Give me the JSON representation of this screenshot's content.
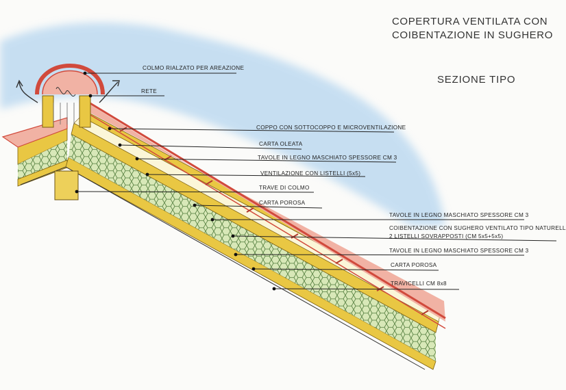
{
  "title": {
    "line1": "COPERTURA VENTILATA CON",
    "line2": "COIBENTAZIONE IN SUGHERO"
  },
  "subtitle": "SEZIONE TIPO",
  "colors": {
    "sky": "#9cc8ec",
    "tile": "#d14a3c",
    "tile_fill": "#f1b2a4",
    "wood": "#e9c743",
    "cork_fill": "#d8e8b8",
    "cork_mesh": "#4f7a3a",
    "beam": "#edd05a",
    "leader": "#222222"
  },
  "labels": [
    {
      "id": "colmo-rialzato",
      "text": "COLMO RIALZATO PER AREAZIONE"
    },
    {
      "id": "rete",
      "text": "RETE"
    },
    {
      "id": "coppo",
      "text": "COPPO CON SOTTOCOPPO E MICROVENTILAZIONE"
    },
    {
      "id": "carta-oleata",
      "text": "CARTA OLEATA"
    },
    {
      "id": "tavole-1",
      "text": "TAVOLE IN LEGNO MASCHIATO SPESSORE CM 3"
    },
    {
      "id": "ventilazione",
      "text": "VENTILAZIONE CON LISTELLI (5x5)"
    },
    {
      "id": "trave-colmo",
      "text": "TRAVE DI COLMO"
    },
    {
      "id": "carta-porosa-1",
      "text": "CARTA POROSA"
    },
    {
      "id": "tavole-2",
      "text": "TAVOLE IN LEGNO MASCHIATO SPESSORE CM 3"
    },
    {
      "id": "coibentazione-1",
      "text": "COIBENTAZIONE CON SUGHERO VENTILATO TIPO NATURELLA"
    },
    {
      "id": "coibentazione-2",
      "text": "2 LISTELLI SOVRAPPOSTI (CM 5x5+5x5)"
    },
    {
      "id": "tavole-3",
      "text": "TAVOLE IN LEGNO MASCHIATO SPESSORE CM 3"
    },
    {
      "id": "carta-porosa-2",
      "text": "CARTA POROSA"
    },
    {
      "id": "travicelli",
      "text": "TRAVICELLI CM 8x8"
    }
  ]
}
